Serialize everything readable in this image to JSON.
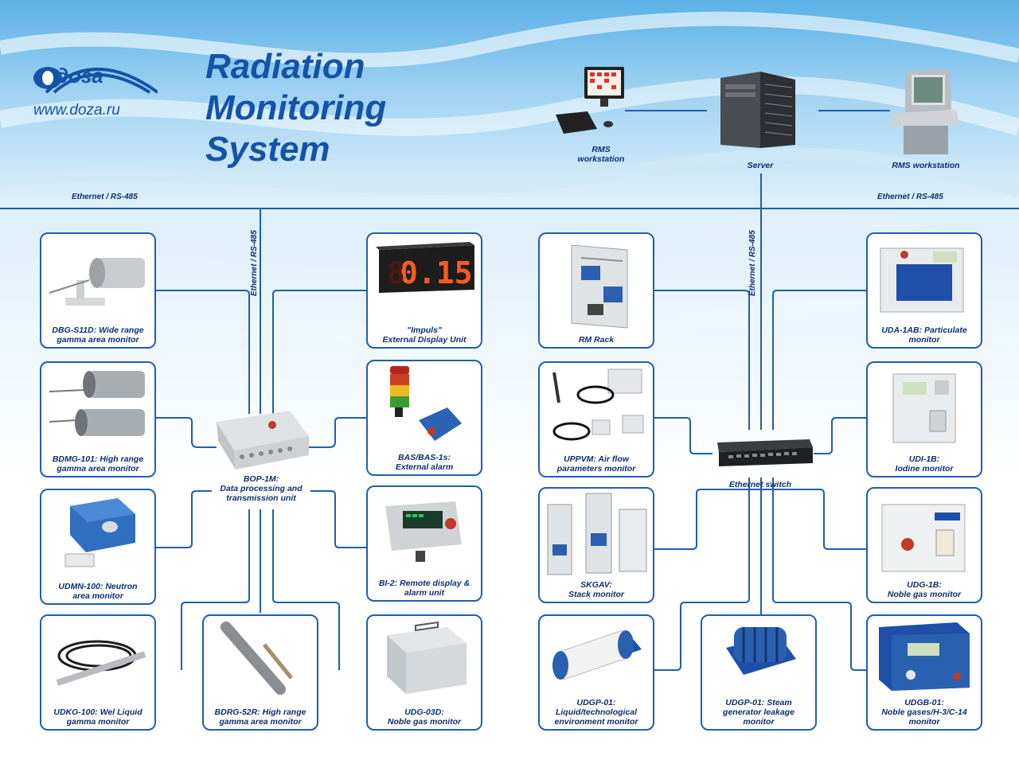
{
  "logo": {
    "brand": "доза",
    "url": "www.doza.ru"
  },
  "title": "Radiation\nMonitoring\nSystem",
  "top": {
    "workstation_left": "RMS\nworkstation",
    "server": "Server",
    "workstation_right": "RMS workstation"
  },
  "network": {
    "bus_left": "Ethernet / RS-485",
    "bus_right": "Ethernet / RS-485",
    "vertical_left": "Ethernet / RS-485",
    "vertical_right": "Ethernet / RS-485",
    "switch_label": "Ethernet switch",
    "bop_label": "BOP-1M:\nData processing and\ntransmission unit"
  },
  "devices": {
    "dbg": "DBG-S11D: Wide range\ngamma area monitor",
    "bdmg": "BDMG-101: High range\ngamma area monitor",
    "udmn": "UDMN-100: Neutron\narea monitor",
    "udkg": "UDKG-100: Wel Liquid\ngamma monitor",
    "bdrg": "BDRG-52R: High range\ngamma area monitor",
    "impuls": "\"Impuls\"\nExternal Display Unit",
    "impuls_value": "0.15",
    "bas": "BAS/BAS-1s:\nExternal alarm",
    "bi2": "BI-2: Remote display &\nalarm unit",
    "udg03": "UDG-03D:\nNoble gas monitor",
    "rmrack": "RM Rack",
    "uppvm": "UPPVM: Air flow\nparameters monitor",
    "skgav": "SKGAV:\nStack monitor",
    "udgp01": "UDGP-01:\nLiquid/technological\nenvironment monitor",
    "udgp01s": "UDGP-01: Steam\ngenerator leakage\nmonitor",
    "uda1ab": "UDA-1AB: Particulate\nmonitor",
    "udi1b": "UDI-1B:\nIodine monitor",
    "udg1b": "UDG-1B:\nNoble gas monitor",
    "udgb01": "UDGB-01:\nNoble gases/H-3/C-14\nmonitor"
  },
  "colors": {
    "line": "#1f5fb0",
    "text": "#0d2f6e",
    "title": "#1553a8"
  }
}
